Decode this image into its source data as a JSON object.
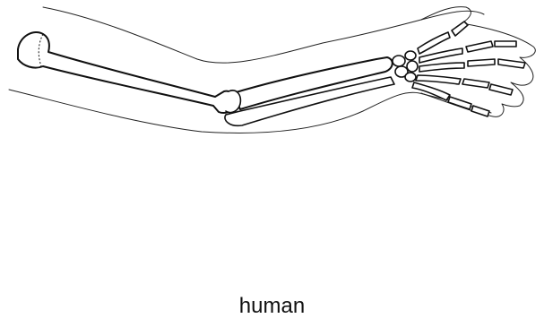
{
  "caption": {
    "label": "human"
  },
  "figure": {
    "subject": "arm-skeleton",
    "parts": [
      "skin-outline",
      "humerus",
      "radius",
      "ulna",
      "carpals",
      "metacarpals",
      "phalanges"
    ]
  }
}
